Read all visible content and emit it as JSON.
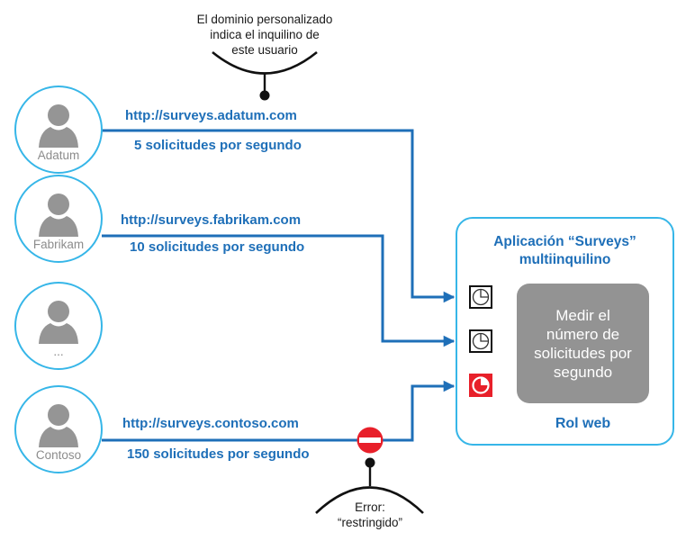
{
  "colors": {
    "line_blue": "#1e6fb8",
    "circle_cyan": "#36b6e8",
    "person_gray": "#959595",
    "box_gray": "#939393",
    "error_red": "#e8202a",
    "callout_black": "#111111"
  },
  "top_note": {
    "lines": [
      "El dominio personalizado",
      "indica el inquilino de",
      "este usuario"
    ]
  },
  "tenants": [
    {
      "name": "Adatum",
      "icon": "person-icon",
      "url": "http://surveys.adatum.com",
      "rate": "5 solicitudes por segundo"
    },
    {
      "name": "Fabrikam",
      "icon": "person-icon",
      "url": "http://surveys.fabrikam.com",
      "rate": "10 solicitudes por segundo"
    },
    {
      "name": "...",
      "icon": "person-icon"
    },
    {
      "name": "Contoso",
      "icon": "person-icon",
      "url": "http://surveys.contoso.com",
      "rate": "150 solicitudes por segundo"
    }
  ],
  "app": {
    "title_line1": "Aplicación “Surveys”",
    "title_line2": "multiinquilino",
    "measure_lines": [
      "Medir el",
      "número de",
      "solicitudes por",
      "segundo"
    ],
    "role": "Rol web",
    "timers": [
      {
        "icon": "clock-icon",
        "state": "normal"
      },
      {
        "icon": "clock-icon",
        "state": "normal"
      },
      {
        "icon": "clock-icon",
        "state": "exceeded"
      }
    ]
  },
  "error_note": {
    "icon": "no-entry-icon",
    "lines": [
      "Error:",
      "“restringido”"
    ]
  }
}
